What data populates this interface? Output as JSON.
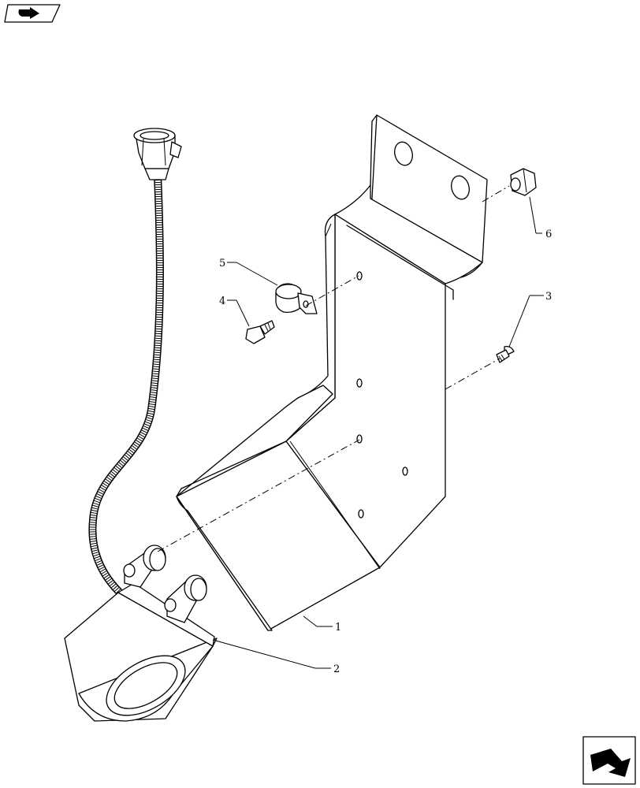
{
  "diagram": {
    "callouts": [
      {
        "id": "callout-1",
        "label": "1"
      },
      {
        "id": "callout-2",
        "label": "2"
      },
      {
        "id": "callout-3",
        "label": "3"
      },
      {
        "id": "callout-4",
        "label": "4"
      },
      {
        "id": "callout-5",
        "label": "5"
      },
      {
        "id": "callout-6",
        "label": "6"
      }
    ]
  },
  "nav": {
    "prev_icon": "arrow-left-icon",
    "next_icon": "arrow-right-icon"
  }
}
